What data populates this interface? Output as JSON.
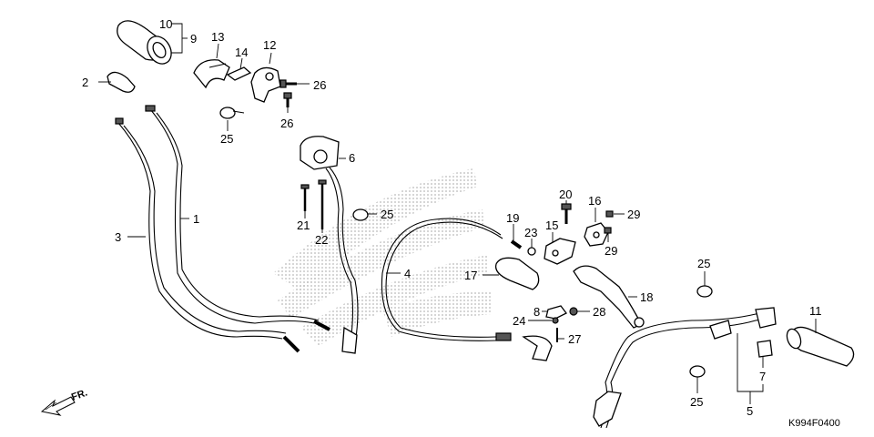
{
  "labels": {
    "n1": "1",
    "n2": "2",
    "n3": "3",
    "n4": "4",
    "n5": "5",
    "n6": "6",
    "n7": "7",
    "n8": "8",
    "n9": "9",
    "n10": "10",
    "n11": "11",
    "n12": "12",
    "n13": "13",
    "n14": "14",
    "n15": "15",
    "n16": "16",
    "n17": "17",
    "n18": "18",
    "n19": "19",
    "n20": "20",
    "n21": "21",
    "n22": "22",
    "n23": "23",
    "n24": "24",
    "n25a": "25",
    "n25b": "25",
    "n25c": "25",
    "n25d": "25",
    "n26a": "26",
    "n26b": "26",
    "n27": "27",
    "n28": "28",
    "n29a": "29",
    "n29b": "29"
  },
  "direction_label": "FR.",
  "diagram_code": "K994F0400",
  "colors": {
    "line": "#000000",
    "watermark": "#c8c8c8",
    "background": "#ffffff"
  }
}
